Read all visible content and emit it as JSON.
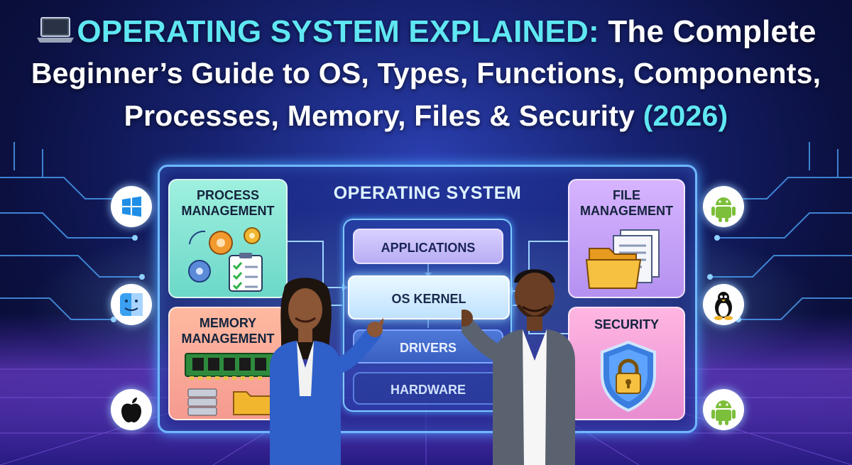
{
  "title": {
    "line1_highlight": "OPERATING SYSTEM EXPLAINED:",
    "line1_rest": " The Complete",
    "line2": "Beginner’s Guide to OS, Types, Functions, Components,",
    "line3": "Processes, Memory, Files & Security ",
    "line3_year": "(2026)"
  },
  "diagram": {
    "heading": "OPERATING SYSTEM",
    "cards": {
      "process": [
        "PROCESS",
        "MANAGEMENT"
      ],
      "memory": [
        "MEMORY",
        "MANAGEMENT"
      ],
      "file": [
        "FILE",
        "MANAGEMENT"
      ],
      "security": [
        "SECURITY"
      ]
    },
    "layers": {
      "applications": "APPLICATIONS",
      "kernel": "OS KERNEL",
      "drivers": "DRIVERS",
      "hardware": "HARDWARE"
    }
  },
  "icons": {
    "left": [
      "windows-icon",
      "finder-icon",
      "apple-icon"
    ],
    "right": [
      "android-icon",
      "linux-icon",
      "android-icon"
    ]
  },
  "colors": {
    "accent_cyan": "#5fe7f3",
    "background": "#172372",
    "frame": "#6fb8ff"
  }
}
